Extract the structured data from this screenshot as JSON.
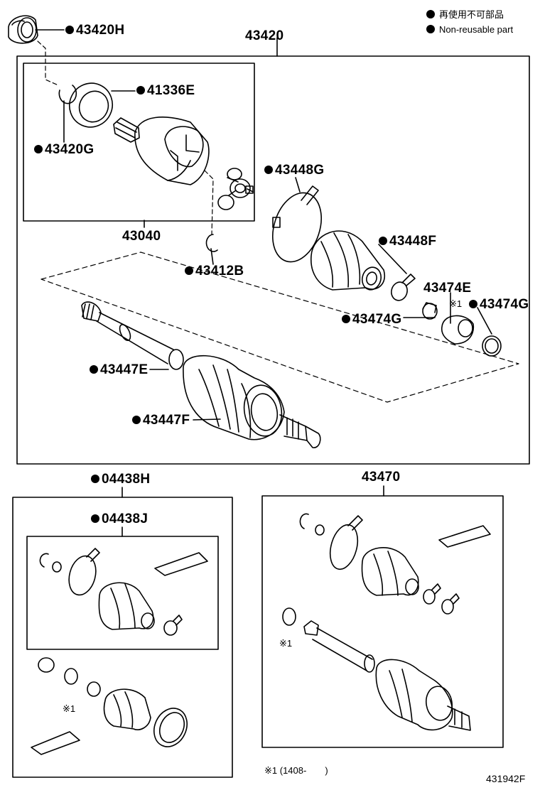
{
  "legend": {
    "item1": "再使用不可部品",
    "item2": "Non-reusable part"
  },
  "labels": {
    "p43420H": "43420H",
    "p43420": "43420",
    "p41336E": "41336E",
    "p43420G": "43420G",
    "p43040": "43040",
    "p43448G": "43448G",
    "p43448F": "43448F",
    "p43412B": "43412B",
    "p43474E": "43474E",
    "p43474G_a": "43474G",
    "p43474G_b": "43474G",
    "p43447E": "43447E",
    "p43447F": "43447F",
    "p04438H": "04438H",
    "p04438J": "04438J",
    "p43470": "43470"
  },
  "notes": {
    "note1": "※1",
    "note2": "※1",
    "note3": "※1",
    "footnote": "※1 (1408-　　)",
    "figure_code": "431942F"
  }
}
